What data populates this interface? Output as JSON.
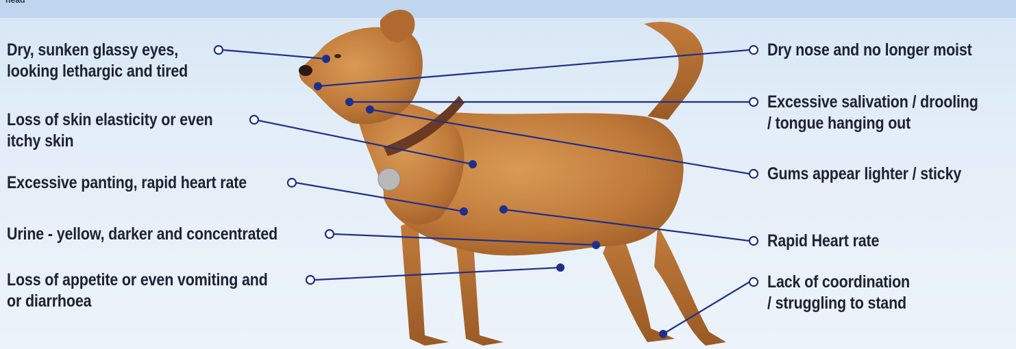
{
  "header": {
    "cut_label": "head"
  },
  "colors": {
    "background_top": "#d7e6f5",
    "band": "#bfd6ee",
    "leader_line": "#1e2f8c",
    "label_text": "#1d2233",
    "dog_fur": "#c9803f"
  },
  "left_labels": [
    {
      "lines": [
        "Dry, sunken glassy eyes,",
        "looking lethargic and tired"
      ]
    },
    {
      "lines": [
        "Loss of skin elasticity or even",
        "itchy skin"
      ]
    },
    {
      "lines": [
        "Excessive panting, rapid heart rate"
      ]
    },
    {
      "lines": [
        "Urine - yellow, darker and concentrated"
      ]
    },
    {
      "lines": [
        "Loss of appetite or even vomiting and",
        "or diarrhoea"
      ]
    }
  ],
  "right_labels": [
    {
      "lines": [
        "Dry nose and no longer moist"
      ]
    },
    {
      "lines": [
        "Excessive salivation / drooling",
        "/ tongue hanging out"
      ]
    },
    {
      "lines": [
        "Gums appear lighter / sticky"
      ]
    },
    {
      "lines": [
        "Rapid Heart rate"
      ]
    },
    {
      "lines": [
        "Lack of coordination",
        "/ struggling to stand"
      ]
    }
  ],
  "illustration": {
    "subject": "dog-standing-side-view"
  }
}
